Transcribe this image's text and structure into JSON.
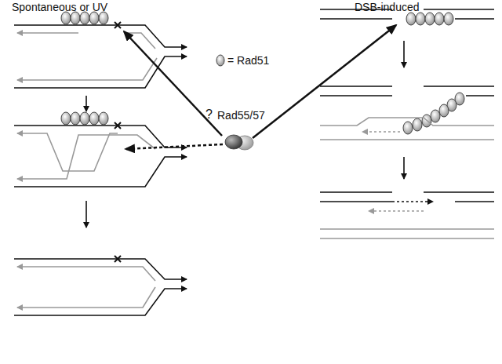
{
  "diagram": {
    "labels": [
      "Spontaneous or UV",
      "DSB-induced",
      "?",
      "Rad55/57"
    ],
    "legend": [
      {
        "text": "= Rad51"
      }
    ]
  }
}
